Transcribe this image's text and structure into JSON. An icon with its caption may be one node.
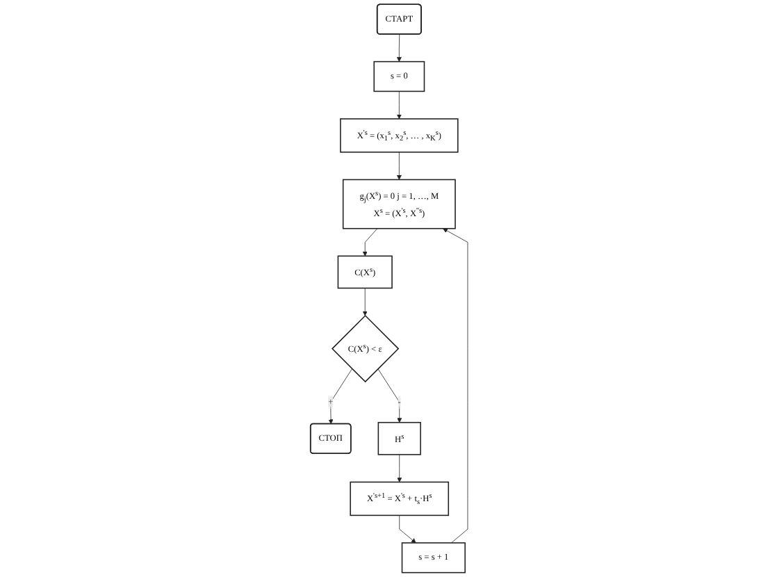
{
  "diagram": {
    "nodes": [
      {
        "text": [
          "СТАРТ"
        ]
      },
      {
        "text": [
          "s = 0"
        ]
      },
      {
        "text": [
          "X$^{'s}$ = (x$_{1}$$^{s}$, x$_{2}$$^{s}$, … , x$_{K}$$^{s}$)"
        ]
      },
      {
        "text": [
          "g$_{j}$(X$^{s}$) = 0    j = 1, …, M",
          "X$^{s}$ = (X$^{'s}$, X$^{''s}$)"
        ]
      },
      {
        "text": [
          "C(X$^{s}$)"
        ]
      },
      {
        "text": [
          "C(X$^{s}$) < ε"
        ]
      },
      {
        "text": [
          "СТОП"
        ]
      },
      {
        "text": [
          "H$^{s}$"
        ]
      },
      {
        "text": [
          "X$^{'s+1}$ = X$^{'s}$ + t$_{s}$·H$^{s}$"
        ]
      },
      {
        "text": [
          "s = s + 1"
        ]
      }
    ],
    "edges": [
      {
        "from": 0,
        "to": 1,
        "arrow": "to"
      },
      {
        "from": 1,
        "to": 2,
        "arrow": "to"
      },
      {
        "from": 2,
        "to": 3,
        "arrow": "to"
      },
      {
        "from": 3,
        "to": 4,
        "arrow": "to"
      },
      {
        "from": 4,
        "to": 5,
        "arrow": "to"
      },
      {
        "from": 5,
        "to": 7,
        "label": "-",
        "arrow": "to"
      },
      {
        "from": 5,
        "to": 6,
        "label": "+",
        "arrow": "to"
      },
      {
        "from": 7,
        "to": 8,
        "arrow": "to"
      },
      {
        "from": 8,
        "to": 9,
        "arrow": "to"
      },
      {
        "from": 9,
        "to": 3,
        "arrow": "to"
      }
    ]
  }
}
